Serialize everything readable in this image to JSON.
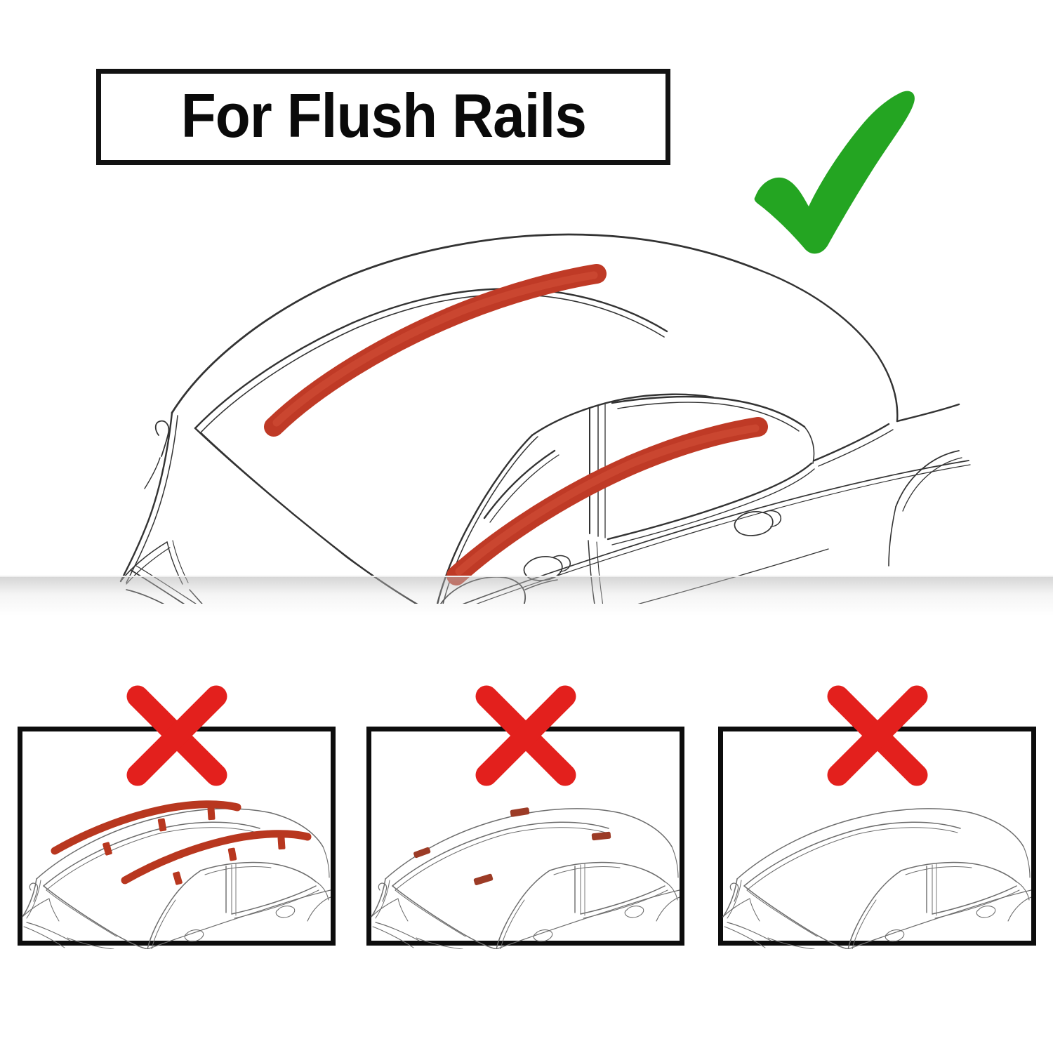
{
  "header": {
    "title": "For Flush Rails",
    "approved_icon": "green-check-icon",
    "approved_color": "#24a522"
  },
  "hero": {
    "name": "car-with-flush-rails-illustration",
    "description": "Three-quarter front view line drawing of a sedan with two flush roof rails highlighted in red",
    "rail_color": "#bf3a26",
    "outline_color": "#2b2b2b",
    "rail_count": 2,
    "rail_style": "flush"
  },
  "incompatible": {
    "reject_icon": "red-x-icon",
    "reject_color": "#e3201d",
    "panels": [
      {
        "name": "panel-raised-rails",
        "rail_style": "raised-rails",
        "rail_color": "#b8371f",
        "rail_count": 2,
        "fixpoint_count": 0,
        "icon": "red-x-icon"
      },
      {
        "name": "panel-fix-points",
        "rail_style": "fix-points",
        "rail_color": "#9c3b26",
        "rail_count": 0,
        "fixpoint_count": 4,
        "icon": "red-x-icon"
      },
      {
        "name": "panel-bare-roof",
        "rail_style": "bare-roof",
        "rail_color": "#9c3b26",
        "rail_count": 0,
        "fixpoint_count": 0,
        "icon": "red-x-icon"
      }
    ]
  },
  "colors": {
    "border": "#0d0d0d",
    "background": "#ffffff",
    "line_art": "#333333",
    "line_art_light": "#8a8a8a"
  }
}
